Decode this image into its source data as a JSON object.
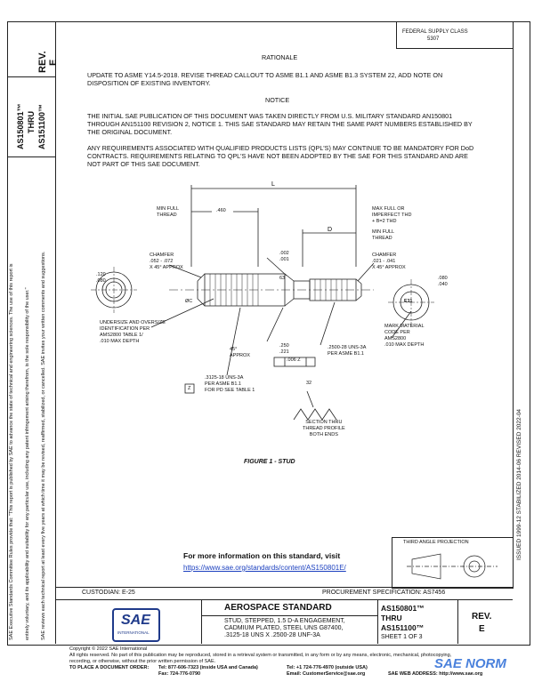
{
  "left_strip": {
    "rev_label": "REV.",
    "rev_value": "E",
    "docnum_line1": "AS150801™",
    "docnum_line2": "THRU",
    "docnum_line3": "AS151100™",
    "disclaimer_1": "SAE Executive Standards Committee Rules provide that: \"This report is published by SAE to advance the state of technical and engineering sciences. The use of this report is",
    "disclaimer_2": "entirely voluntary, and its applicability and suitability for any particular use, including any patent infringement arising therefrom, is the sole responsibility of the user.\"",
    "disclaimer_3": "SAE reviews each technical report at least every five years at which time it may be revised, reaffirmed, stabilized, or cancelled. SAE invites your written comments and suggestions."
  },
  "right_strip": {
    "history": "ISSUED 1999-12   STABILIZED 2014-06   REVISED 2022-04"
  },
  "federal_supply": {
    "line1": "FEDERAL SUPPLY CLASS",
    "line2": "5307"
  },
  "rationale": {
    "heading": "RATIONALE",
    "body": "UPDATE TO ASME Y14.5-2018. REVISE THREAD CALLOUT TO ASME B1.1 AND ASME B1.3 SYSTEM 22, ADD NOTE ON DISPOSITION OF EXISTING INVENTORY."
  },
  "notice": {
    "heading": "NOTICE",
    "para1": "THE INITIAL SAE PUBLICATION OF THIS DOCUMENT WAS TAKEN DIRECTLY FROM U.S. MILITARY STANDARD AN150801 THROUGH AN151100 REVISION 2, NOTICE 1. THIS SAE STANDARD MAY RETAIN THE SAME PART NUMBERS ESTABLISHED BY THE ORIGINAL DOCUMENT.",
    "para2": "ANY REQUIREMENTS ASSOCIATED WITH QUALIFIED PRODUCTS LISTS (QPL'S) MAY CONTINUE TO BE MANDATORY FOR DoD CONTRACTS. REQUIREMENTS RELATING TO QPL'S HAVE NOT BEEN ADOPTED BY THE SAE FOR THIS STANDARD AND ARE NOT PART OF THIS SAE DOCUMENT."
  },
  "drawing": {
    "dim_l": "L",
    "min_full_thread_left": "MIN FULL\nTHREAD",
    "dim_460": ".460",
    "max_full_imperfect": "MAX FULL OR\nIMPERFECT THD\n+ B=2 THD",
    "dim_d": "D",
    "min_full_thread_right": "MIN FULL\nTHREAD",
    "chamfer_left": "CHAMFER\n.052 - .072\nX 45° APPROX",
    "runout": ".002\n.001",
    "chamfer_right": "CHAMFER\n.021 - .041\nX 45° APPROX",
    "dim_120": ".120\n.080",
    "dim_63": "63",
    "dim_080": ".080\n.040",
    "dim_c": "ØC",
    "undersize": "UNDERSIZE AND OVERSIZE\nIDENTIFICATION PER\nAMS2800 TABLE 1/\n.010 MAX DEPTH",
    "approx_45": "45°\nAPPROX",
    "dim_250": ".250\n.221",
    "thread_small": ".2500-28 UNS-3A\nPER ASME B1.1",
    "tol_frame": ".006  Z",
    "mark_material": "MARK MATERIAL\nCODE PER\nAMS2800\n.010 MAX DEPTH",
    "e11": "E11",
    "thread_large": ".3125-18 UNS-3A\nPER ASME B1.1\nFOR PD SEE TABLE 1",
    "datum_z": "Z",
    "dim_32": "32",
    "section_thru": "SECTION THRU\nTHREAD PROFILE\nBOTH ENDS",
    "figure_caption": "FIGURE 1 - STUD"
  },
  "info_box": {
    "line1": "For more information on this standard, visit",
    "url": "https://www.sae.org/standards/content/AS150801E/"
  },
  "third_angle": "THIRD ANGLE PROJECTION",
  "custodian": "CUSTODIAN:  E-25",
  "procurement": "PROCUREMENT SPECIFICATION:  AS7456",
  "title_block": {
    "heading": "AEROSPACE STANDARD",
    "desc_line1": "STUD, STEPPED, 1.5 D-A ENGAGEMENT,",
    "desc_line2": "CADMIUM PLATED, STEEL UNS G87400,",
    "desc_line3": ".3125-18 UNS X .2500-28 UNF-3A",
    "doc_line1": "AS150801™",
    "doc_line2": "THRU",
    "doc_line3": "AS151100™",
    "sheet": "SHEET 1 OF 3",
    "rev_label": "REV.",
    "rev_value": "E",
    "logo_text": "SAE",
    "logo_sub": "INTERNATIONAL"
  },
  "footer": {
    "copyright": "Copyright © 2022 SAE International",
    "rights": "All rights reserved. No part of this publication may be reproduced, stored in a retrieval system or transmitted, in any form or by any means, electronic, mechanical, photocopying,",
    "rights2": "recording, or otherwise, without the prior written permission of SAE.",
    "order_label": "TO PLACE A DOCUMENT ORDER:",
    "tel1": "Tel:  877-606-7323 (inside USA and Canada)",
    "fax": "Fax:  724-776-0790",
    "tel2": "Tel:  +1 724-776-4970 (outside USA)",
    "email": "Email: CustomerService@sae.org",
    "web": "SAE WEB ADDRESS:  http://www.sae.org",
    "watermark": "SAE NORM"
  }
}
